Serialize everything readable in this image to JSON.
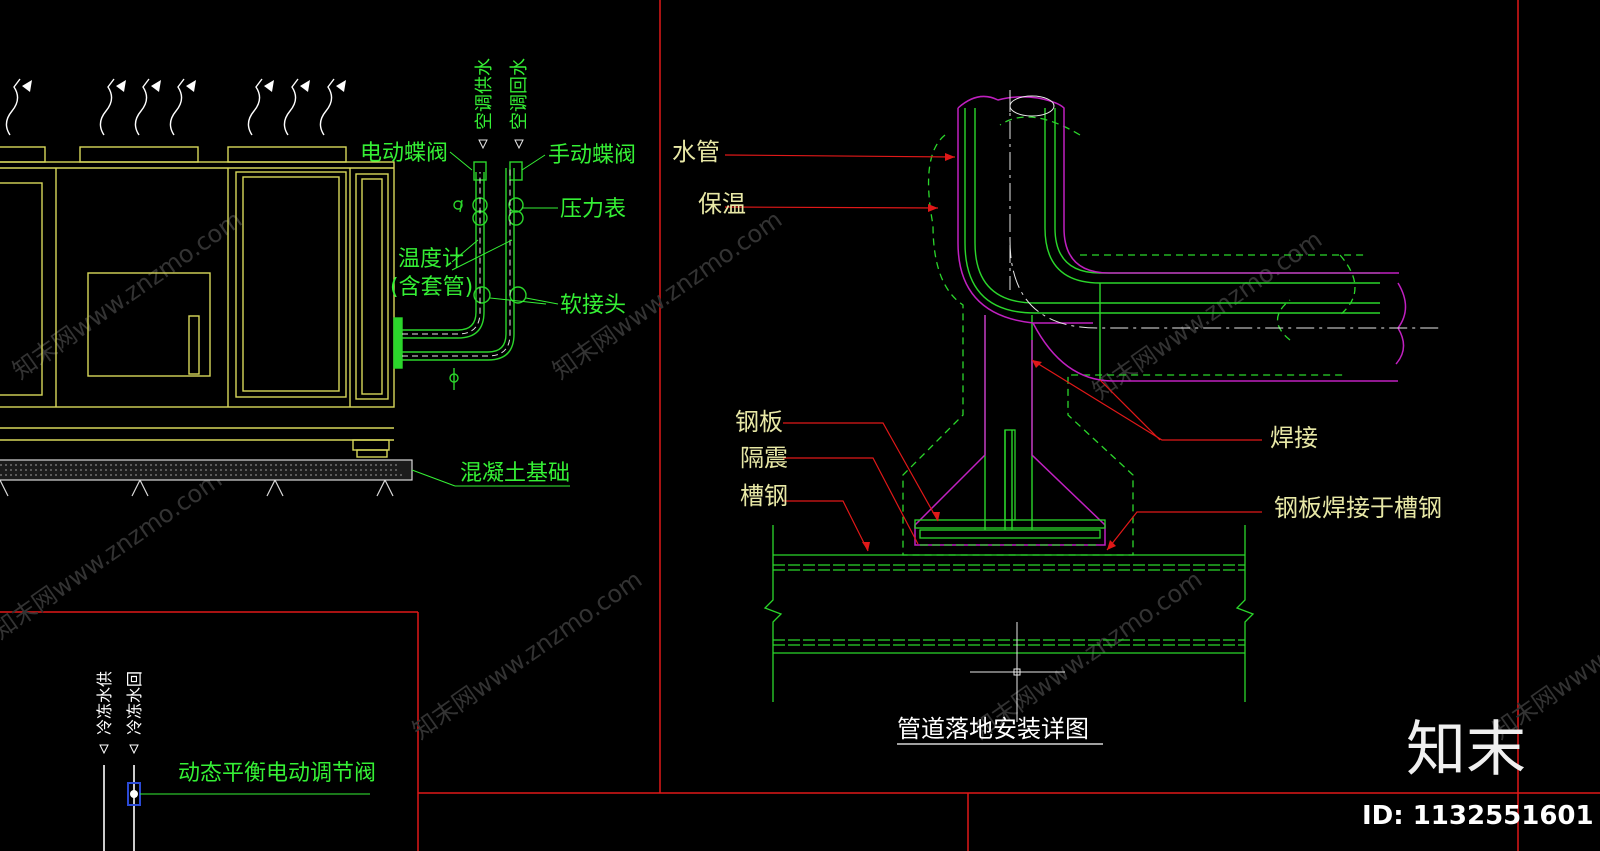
{
  "colors": {
    "background": "#000000",
    "equipment": "#d8d85a",
    "pipe": "#2bd62b",
    "label_green": "#35f035",
    "label_yellow": "#e8e86a",
    "frame_red": "#e01818",
    "insulation": "#c020c0",
    "watermark": "#3a3a3a"
  },
  "left_panel": {
    "labels": {
      "supply": "空调供水",
      "return": "空调回水",
      "electric_butterfly_valve": "电动蝶阀",
      "manual_butterfly_valve": "手动蝶阀",
      "pressure_gauge": "压力表",
      "thermometer": "温度计",
      "thermometer_sub": "(含套管)",
      "flexible_joint": "软接头",
      "concrete_base": "混凝土基础"
    }
  },
  "lower_panel": {
    "labels": {
      "chilled_supply": "冷冻水供",
      "chilled_return": "冷冻水回",
      "balance_valve": "动态平衡电动调节阀"
    }
  },
  "detail": {
    "title": "管道落地安装详图",
    "labels": {
      "water_pipe": "水管",
      "insulation": "保温",
      "welding": "焊接",
      "steel_plate": "钢板",
      "vibration_isolation": "隔震",
      "channel_steel": "槽钢",
      "plate_welded": "钢板焊接于槽钢"
    }
  },
  "brand": {
    "logo": "知末",
    "id_text": "ID: 1132551601",
    "watermark_text": "知末网www.znzmo.com"
  }
}
